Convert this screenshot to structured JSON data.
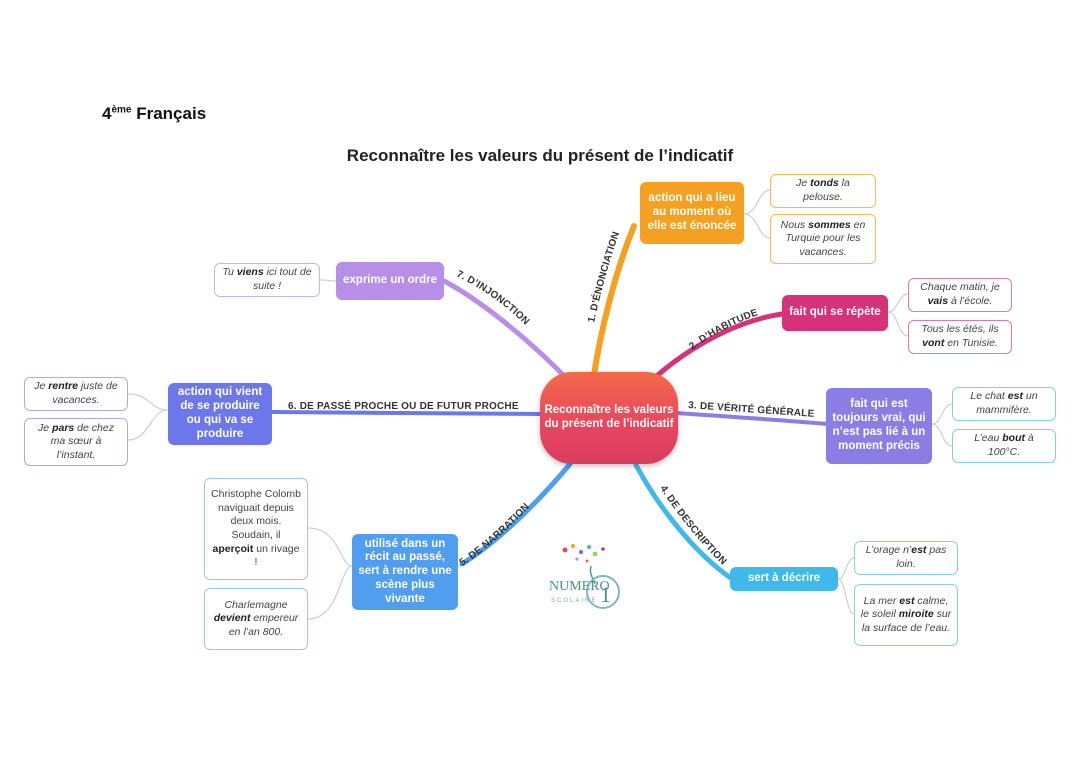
{
  "header": {
    "level": "4",
    "level_suffix": "ème",
    "subject": "Français",
    "title": "Reconnaître les valeurs du présent de l’indicatif"
  },
  "center": {
    "label": "Reconnaître les valeurs du présent de l’indicatif"
  },
  "branches": [
    {
      "label": "1. D’ÉNONCIATION",
      "node": "action qui a lieu au moment où elle est énoncée",
      "color": "#f5a020",
      "examples": [
        {
          "before": "Je ",
          "verb": "tonds",
          "after": " la pelouse."
        },
        {
          "before": "Nous ",
          "verb": "sommes",
          "after": " en Turquie pour les vacances."
        }
      ]
    },
    {
      "label": "2. D’HABITUDE",
      "node": "fait qui se répète",
      "color": "#d6327a",
      "examples": [
        {
          "before": "Chaque matin, je ",
          "verb": "vais",
          "after": " à l’école."
        },
        {
          "before": "Tous les étés, ils ",
          "verb": "vont",
          "after": " en Tunisie."
        }
      ]
    },
    {
      "label": "3. DE VÉRITÉ GÉNÉRALE",
      "node": "fait qui est toujours vrai, qui n’est pas lié à un moment précis",
      "color": "#8a7de6",
      "examples": [
        {
          "before": "Le chat ",
          "verb": "est",
          "after": " un mammifère."
        },
        {
          "before": "L’eau ",
          "verb": "bout",
          "after": " à 100°C."
        }
      ]
    },
    {
      "label": "4. DE DESCRIPTION",
      "node": "sert à décrire",
      "color": "#3fb8ea",
      "examples": [
        {
          "before": "L’orage n’",
          "verb": "est",
          "after": " pas loin."
        },
        {
          "before": "La mer ",
          "verb": "est",
          "after": " calme, le soleil ",
          "verb2": "miroite",
          "after2": " sur la surface de l’eau."
        }
      ]
    },
    {
      "label": "5. DE NARRATION",
      "node": "utilisé dans un récit au passé, sert à rendre une scène plus vivante",
      "color": "#4f9ef0",
      "examples": [
        {
          "before": "Christophe Colomb naviguait depuis deux mois. Soudain, il ",
          "verb": "aperçoit",
          "after": " un rivage !"
        },
        {
          "before": "Charlemagne ",
          "verb": "devient",
          "after": " empereur en l’an 800."
        }
      ]
    },
    {
      "label": "6. DE PASSÉ PROCHE OU DE FUTUR PROCHE",
      "node": "action qui vient de se produire ou qui va se produire",
      "color": "#6c78ea",
      "examples": [
        {
          "before": "Je ",
          "verb": "rentre",
          "after": " juste de vacances."
        },
        {
          "before": "Je ",
          "verb": "pars",
          "after": " de chez ma sœur à l’instant."
        }
      ]
    },
    {
      "label": "7. D’INJONCTION",
      "node": "exprime un ordre",
      "color": "#b78ee8",
      "examples": [
        {
          "before": "Tu ",
          "verb": "viens",
          "after": " ici tout de suite !"
        }
      ]
    }
  ],
  "logo": {
    "brand": "NUMERO",
    "number": "1",
    "tagline": "SCOLAIRE"
  }
}
